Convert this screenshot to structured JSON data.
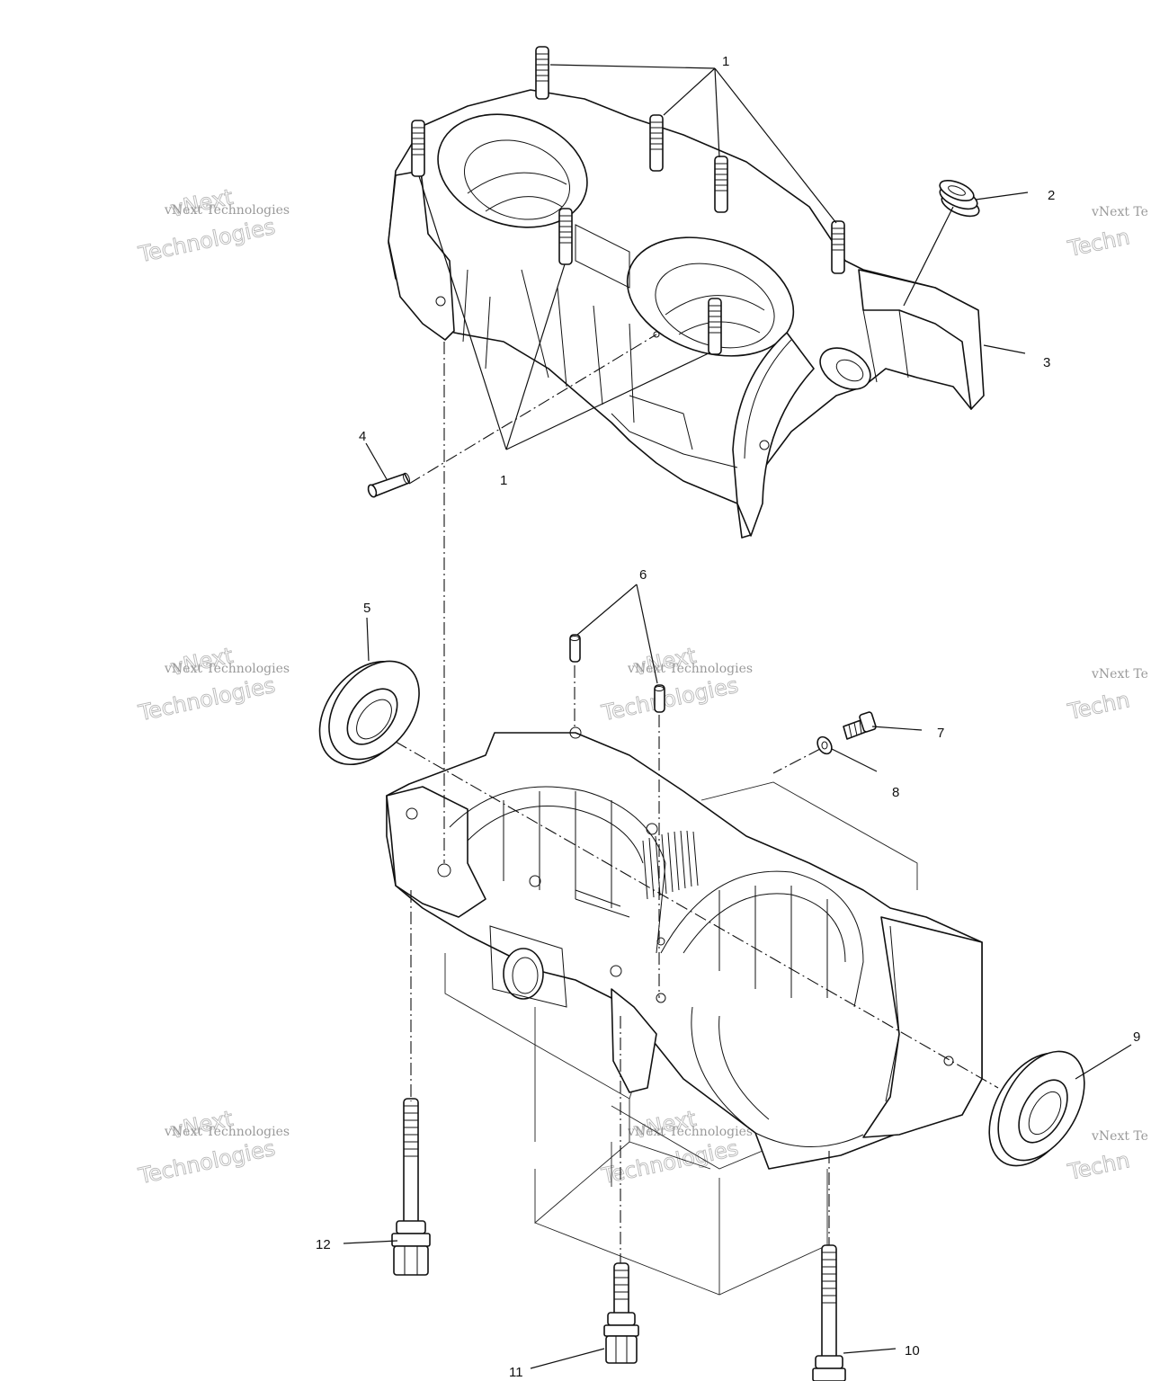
{
  "diagram": {
    "callouts": [
      {
        "id": "c1a",
        "text": "1"
      },
      {
        "id": "c1b",
        "text": "1"
      },
      {
        "id": "c2",
        "text": "2"
      },
      {
        "id": "c3",
        "text": "3"
      },
      {
        "id": "c4",
        "text": "4"
      },
      {
        "id": "c5",
        "text": "5"
      },
      {
        "id": "c6",
        "text": "6"
      },
      {
        "id": "c7",
        "text": "7"
      },
      {
        "id": "c8",
        "text": "8"
      },
      {
        "id": "c9",
        "text": "9"
      },
      {
        "id": "c10",
        "text": "10"
      },
      {
        "id": "c11",
        "text": "11"
      },
      {
        "id": "c12",
        "text": "12"
      }
    ],
    "watermark": {
      "line1": "vNext Technologies",
      "line2": "vNext",
      "line3": "Technologies",
      "partial1": "vNext Te",
      "partial2": "Techn"
    }
  }
}
